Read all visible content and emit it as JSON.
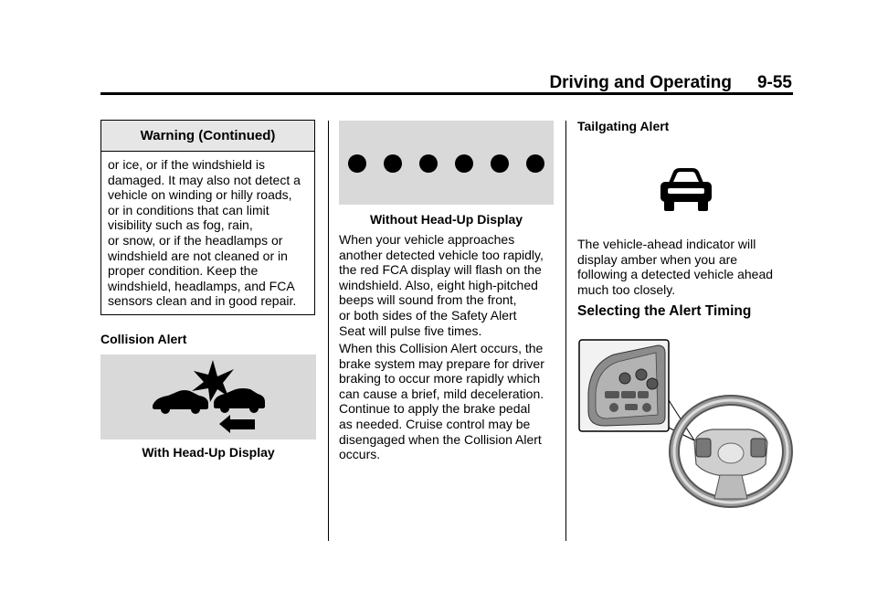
{
  "header": {
    "section": "Driving and Operating",
    "page_number": "9-55"
  },
  "warning": {
    "title": "Warning  (Continued)",
    "lines": [
      "or ice, or if the windshield is",
      "damaged. It may also not detect a",
      "vehicle on winding or hilly roads,",
      "or in conditions that can limit",
      "visibility such as fog, rain,",
      "or snow, or if the headlamps or",
      "windshield are not cleaned or in",
      "proper condition. Keep the",
      "windshield, headlamps, and FCA",
      "sensors clean and in good repair."
    ]
  },
  "collision_alert": {
    "heading": "Collision Alert",
    "figure_caption": "With Head-Up Display"
  },
  "middle": {
    "figure_caption": "Without Head-Up Display",
    "paragraph1": [
      "When your vehicle approaches",
      "another detected vehicle too rapidly,",
      "the red FCA display will flash on the",
      "windshield. Also, eight high-pitched",
      "beeps will sound from the front,",
      "or both sides of the Safety Alert",
      "Seat will pulse five times."
    ],
    "paragraph2": [
      "When this Collision Alert occurs, the",
      "brake system may prepare for driver",
      "braking to occur more rapidly which",
      "can cause a brief, mild deceleration.",
      "Continue to apply the brake pedal",
      "as needed. Cruise control may be",
      "disengaged when the Collision Alert",
      "occurs."
    ]
  },
  "tailgating": {
    "heading": "Tailgating Alert",
    "paragraph": [
      "The vehicle-ahead indicator will",
      "display amber when you are",
      "following a detected vehicle ahead",
      "much too closely."
    ]
  },
  "alert_timing": {
    "heading": "Selecting the Alert Timing"
  },
  "icons": {
    "collision": "collision-alert-icon",
    "dots": "fca-dots-display",
    "vehicle_ahead": "vehicle-ahead-icon",
    "steering_wheel": "steering-wheel-controls-illustration"
  }
}
